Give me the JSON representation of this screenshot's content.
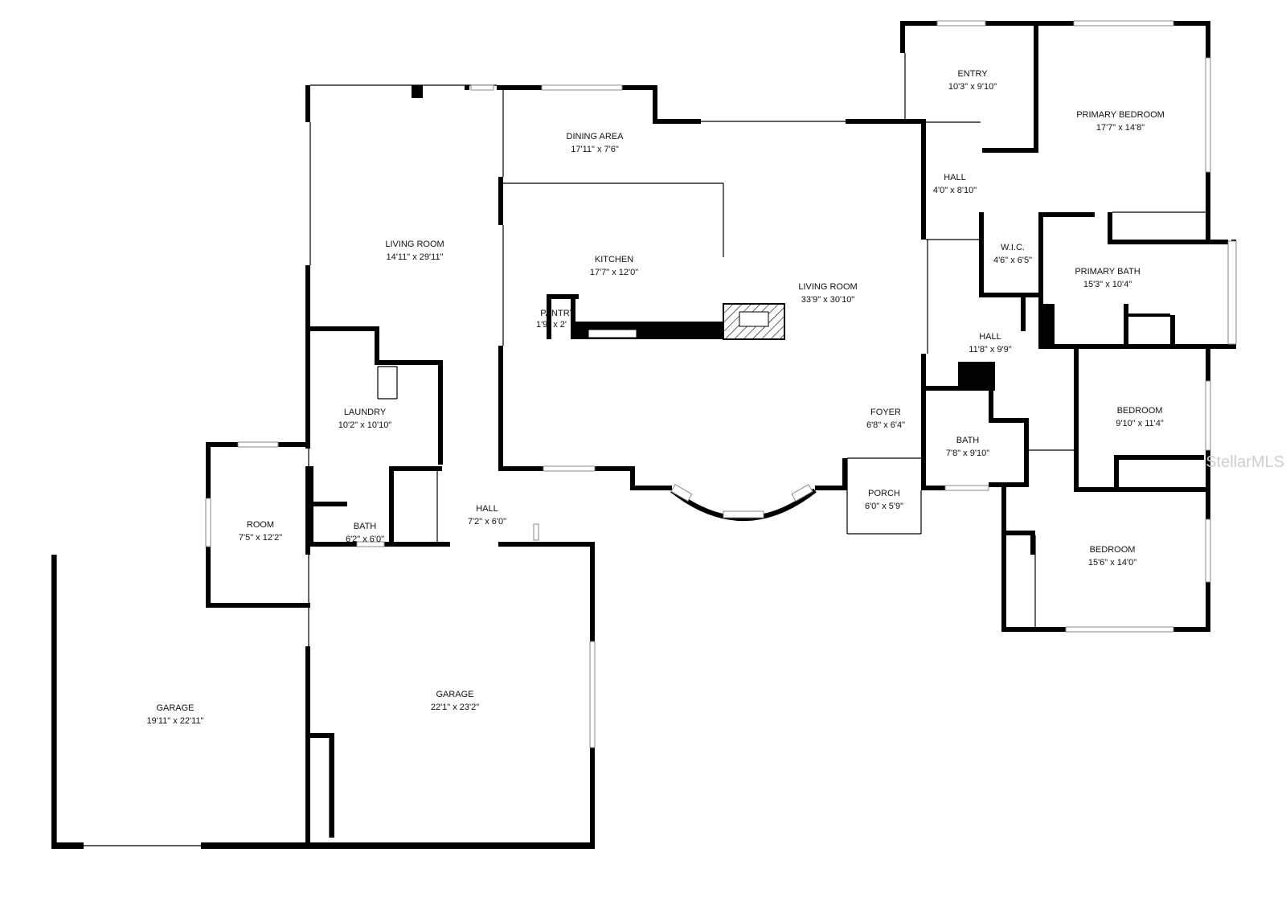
{
  "rooms": [
    {
      "id": "dining-area",
      "name": "DINING AREA",
      "dim": "17'11\" x 7'6\""
    },
    {
      "id": "living-room-west",
      "name": "LIVING ROOM",
      "dim": "14'11\" x 29'11\""
    },
    {
      "id": "kitchen",
      "name": "KITCHEN",
      "dim": "17'7\" x 12'0\""
    },
    {
      "id": "pantry",
      "name": "PANTRY",
      "dim": "1'9\" x 2'"
    },
    {
      "id": "living-room-main",
      "name": "LIVING ROOM",
      "dim": "33'9\" x 30'10\""
    },
    {
      "id": "entry",
      "name": "ENTRY",
      "dim": "10'3\" x 9'10\""
    },
    {
      "id": "primary-bedroom",
      "name": "PRIMARY BEDROOM",
      "dim": "17'7\" x 14'8\""
    },
    {
      "id": "hall-north",
      "name": "HALL",
      "dim": "4'0\" x 8'10\""
    },
    {
      "id": "wic",
      "name": "W.I.C.",
      "dim": "4'6\" x 6'5\""
    },
    {
      "id": "primary-bath",
      "name": "PRIMARY BATH",
      "dim": "15'3\" x 10'4\""
    },
    {
      "id": "hall-east",
      "name": "HALL",
      "dim": "11'8\" x 9'9\""
    },
    {
      "id": "laundry",
      "name": "LAUNDRY",
      "dim": "10'2\" x 10'10\""
    },
    {
      "id": "foyer",
      "name": "FOYER",
      "dim": "6'8\" x 6'4\""
    },
    {
      "id": "bath-east",
      "name": "BATH",
      "dim": "7'8\" x 9'10\""
    },
    {
      "id": "bedroom-east",
      "name": "BEDROOM",
      "dim": "9'10\" x 11'4\""
    },
    {
      "id": "bath-west",
      "name": "BATH",
      "dim": "6'2\" x 6'0\""
    },
    {
      "id": "hall-garage",
      "name": "HALL",
      "dim": "7'2\" x 6'0\""
    },
    {
      "id": "porch",
      "name": "PORCH",
      "dim": "6'0\" x 5'9\""
    },
    {
      "id": "room",
      "name": "ROOM",
      "dim": "7'5\" x 12'2\""
    },
    {
      "id": "bedroom-south",
      "name": "BEDROOM",
      "dim": "15'6\" x 14'0\""
    },
    {
      "id": "garage-west",
      "name": "GARAGE",
      "dim": "19'11\" x 22'11\""
    },
    {
      "id": "garage-east",
      "name": "GARAGE",
      "dim": "22'1\" x 23'2\""
    }
  ],
  "watermark": "StellarMLS",
  "colors": {
    "wall": "#000000",
    "background": "#ffffff",
    "watermark": "#cfcfcf"
  }
}
